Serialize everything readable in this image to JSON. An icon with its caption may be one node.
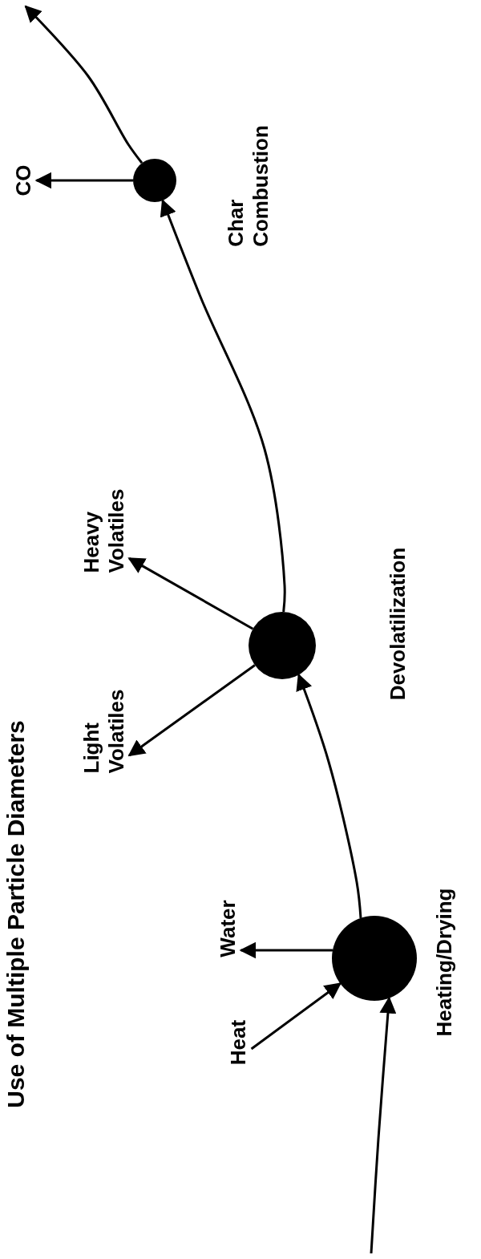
{
  "diagram": {
    "title": "Use of Multiple Particle Diameters",
    "nodes": [
      {
        "text": [
          "Heating/Drying"
        ]
      },
      {
        "text": [
          "Devolatilization"
        ]
      },
      {
        "text": [
          "Char Combustion"
        ]
      },
      {
        "text": [
          "Heat"
        ]
      },
      {
        "text": [
          "Water"
        ]
      },
      {
        "text": [
          "Light Volatiles"
        ]
      },
      {
        "text": [
          "Heavy Volatiles"
        ]
      },
      {
        "text": [
          "CO"
        ]
      }
    ],
    "edges": [
      {
        "from": null,
        "to": 0,
        "arrow": "to"
      },
      {
        "from": 3,
        "to": 0,
        "arrow": "to"
      },
      {
        "from": 0,
        "to": 4,
        "arrow": "to"
      },
      {
        "from": 0,
        "to": 1,
        "arrow": "to"
      },
      {
        "from": 1,
        "to": 5,
        "arrow": "to"
      },
      {
        "from": 1,
        "to": 6,
        "arrow": "to"
      },
      {
        "from": 1,
        "to": 2,
        "arrow": "to"
      },
      {
        "from": 2,
        "to": 7,
        "arrow": "to"
      },
      {
        "from": 2,
        "to": null,
        "arrow": "to"
      }
    ]
  }
}
